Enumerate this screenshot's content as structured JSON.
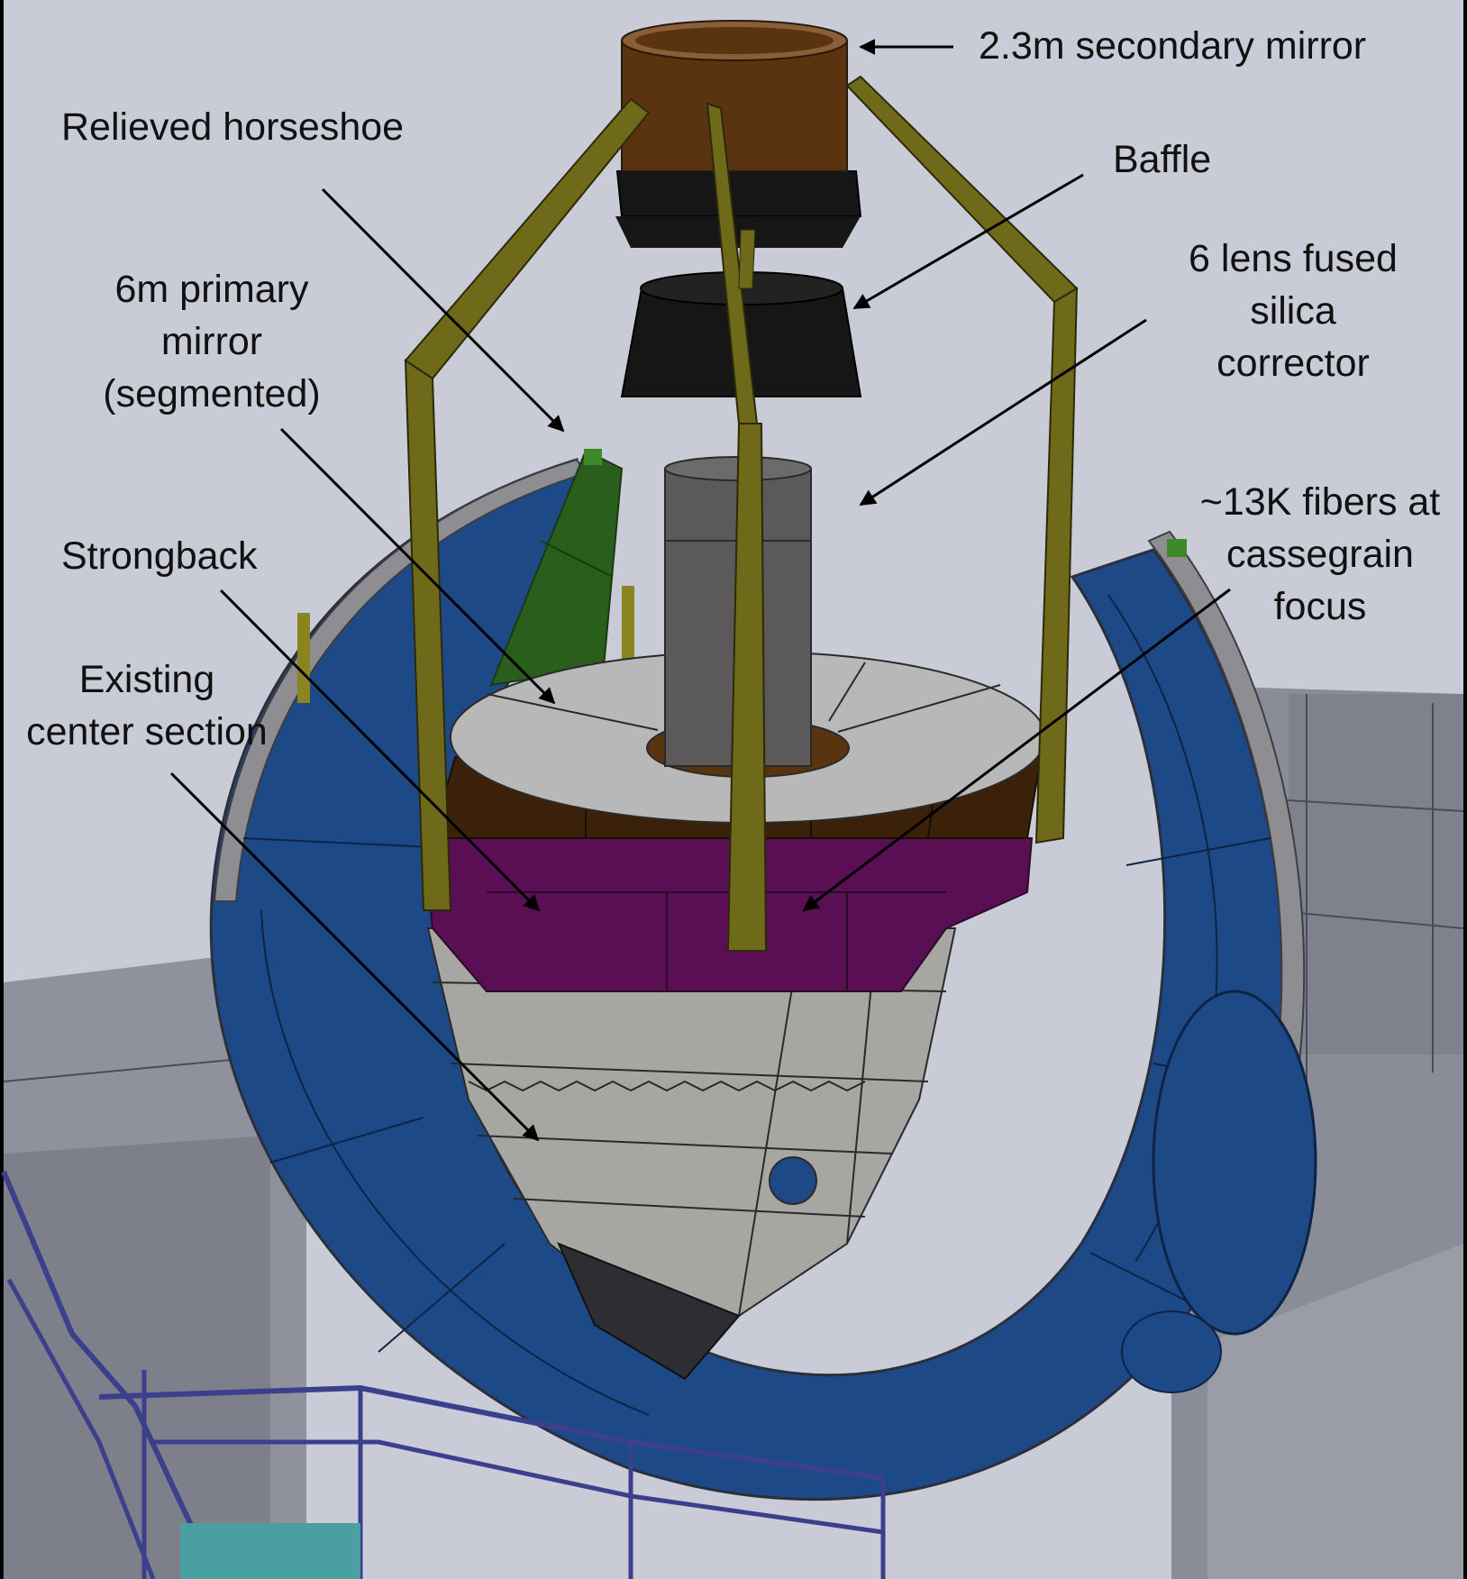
{
  "labels": {
    "secondary_mirror": "2.3m secondary mirror",
    "relieved_horseshoe": "Relieved horseshoe",
    "baffle": "Baffle",
    "primary_mirror": [
      "6m primary",
      "mirror",
      "(segmented)"
    ],
    "corrector": [
      "6 lens fused",
      "silica",
      "corrector"
    ],
    "fibers": [
      "~13K fibers at",
      "cassegrain",
      "focus"
    ],
    "strongback": "Strongback",
    "center_section": [
      "Existing",
      "center section"
    ]
  },
  "colors": {
    "background": "#c9ccd6",
    "floor": "#8f919c",
    "horseshoe_blue": "#1d4a86",
    "horseshoe_rim": "#8e8e92",
    "truss_olive": "#6e6a1a",
    "secondary_bronze": "#5a3410",
    "baffle_black": "#161616",
    "corrector_gray": "#5b5959",
    "mirror_gray": "#b8b8b8",
    "strongback_purple": "#5a0f55",
    "center_gray": "#a8a6a3",
    "railing_blue": "#3b3f8c",
    "green_panel": "#2a5e1c",
    "arrow": "#000000"
  }
}
